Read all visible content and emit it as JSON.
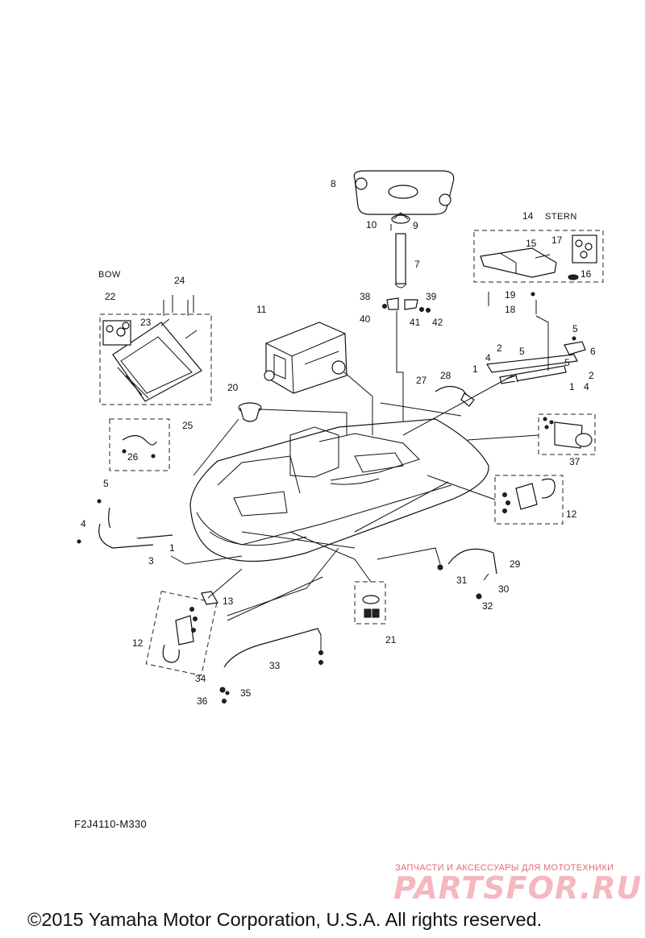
{
  "labels": {
    "bow": "BOW",
    "stern": "STERN",
    "part_code": "F2J4110-M330",
    "copyright": "©2015 Yamaha Motor Corporation, U.S.A. All rights reserved."
  },
  "watermark": {
    "tagline": "ЗАПЧАСТИ И АКСЕССУАРЫ ДЛЯ МОТОТЕХНИКИ",
    "site": "PARTSFOR.RU",
    "color": "#e06a76"
  },
  "callouts": [
    "1",
    "2",
    "3",
    "4",
    "5",
    "6",
    "7",
    "8",
    "9",
    "10",
    "11",
    "12",
    "13",
    "14",
    "15",
    "16",
    "17",
    "18",
    "19",
    "20",
    "21",
    "22",
    "23",
    "24",
    "25",
    "26",
    "27",
    "28",
    "29",
    "30",
    "31",
    "32",
    "33",
    "34",
    "35",
    "36",
    "37",
    "38",
    "39",
    "40",
    "41",
    "42"
  ]
}
